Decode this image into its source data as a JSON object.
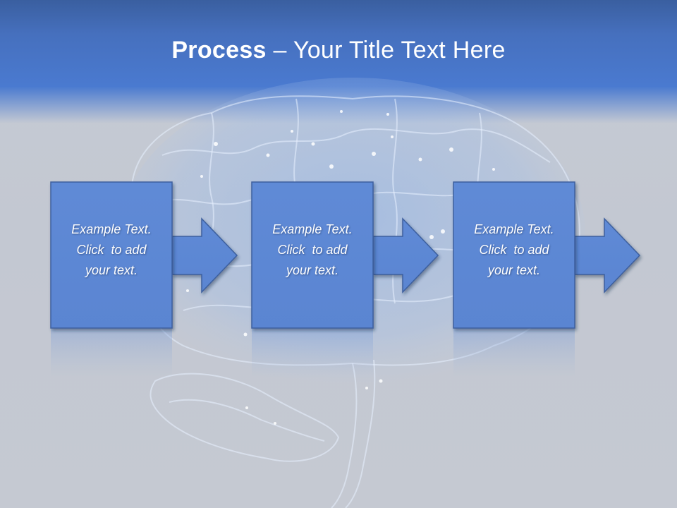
{
  "slide": {
    "title_bold": "Process",
    "title_rest": " – Your Title Text Here",
    "accent_color": "#5b87d4",
    "header_color": "#4a78cc",
    "background_color": "#c5cad3"
  },
  "steps": [
    {
      "line1": "Example Text.",
      "line2": "Click  to add",
      "line3": "your text."
    },
    {
      "line1": "Example Text.",
      "line2": "Click  to add",
      "line3": "your text."
    },
    {
      "line1": "Example Text.",
      "line2": "Click  to add",
      "line3": "your text."
    }
  ]
}
